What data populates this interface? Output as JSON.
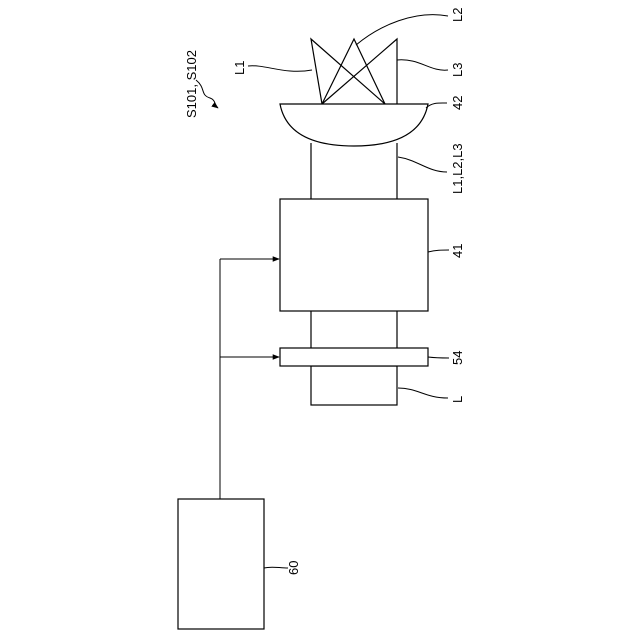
{
  "labels": {
    "step_ref": "S101, S102",
    "beam_l1": "L1",
    "beam_l2": "L2",
    "beam_l3": "L3",
    "lens": "42",
    "beams_combined": "L1,L2,L3",
    "block_41": "41",
    "element_54": "54",
    "beam_l": "L",
    "block_60": "60"
  }
}
